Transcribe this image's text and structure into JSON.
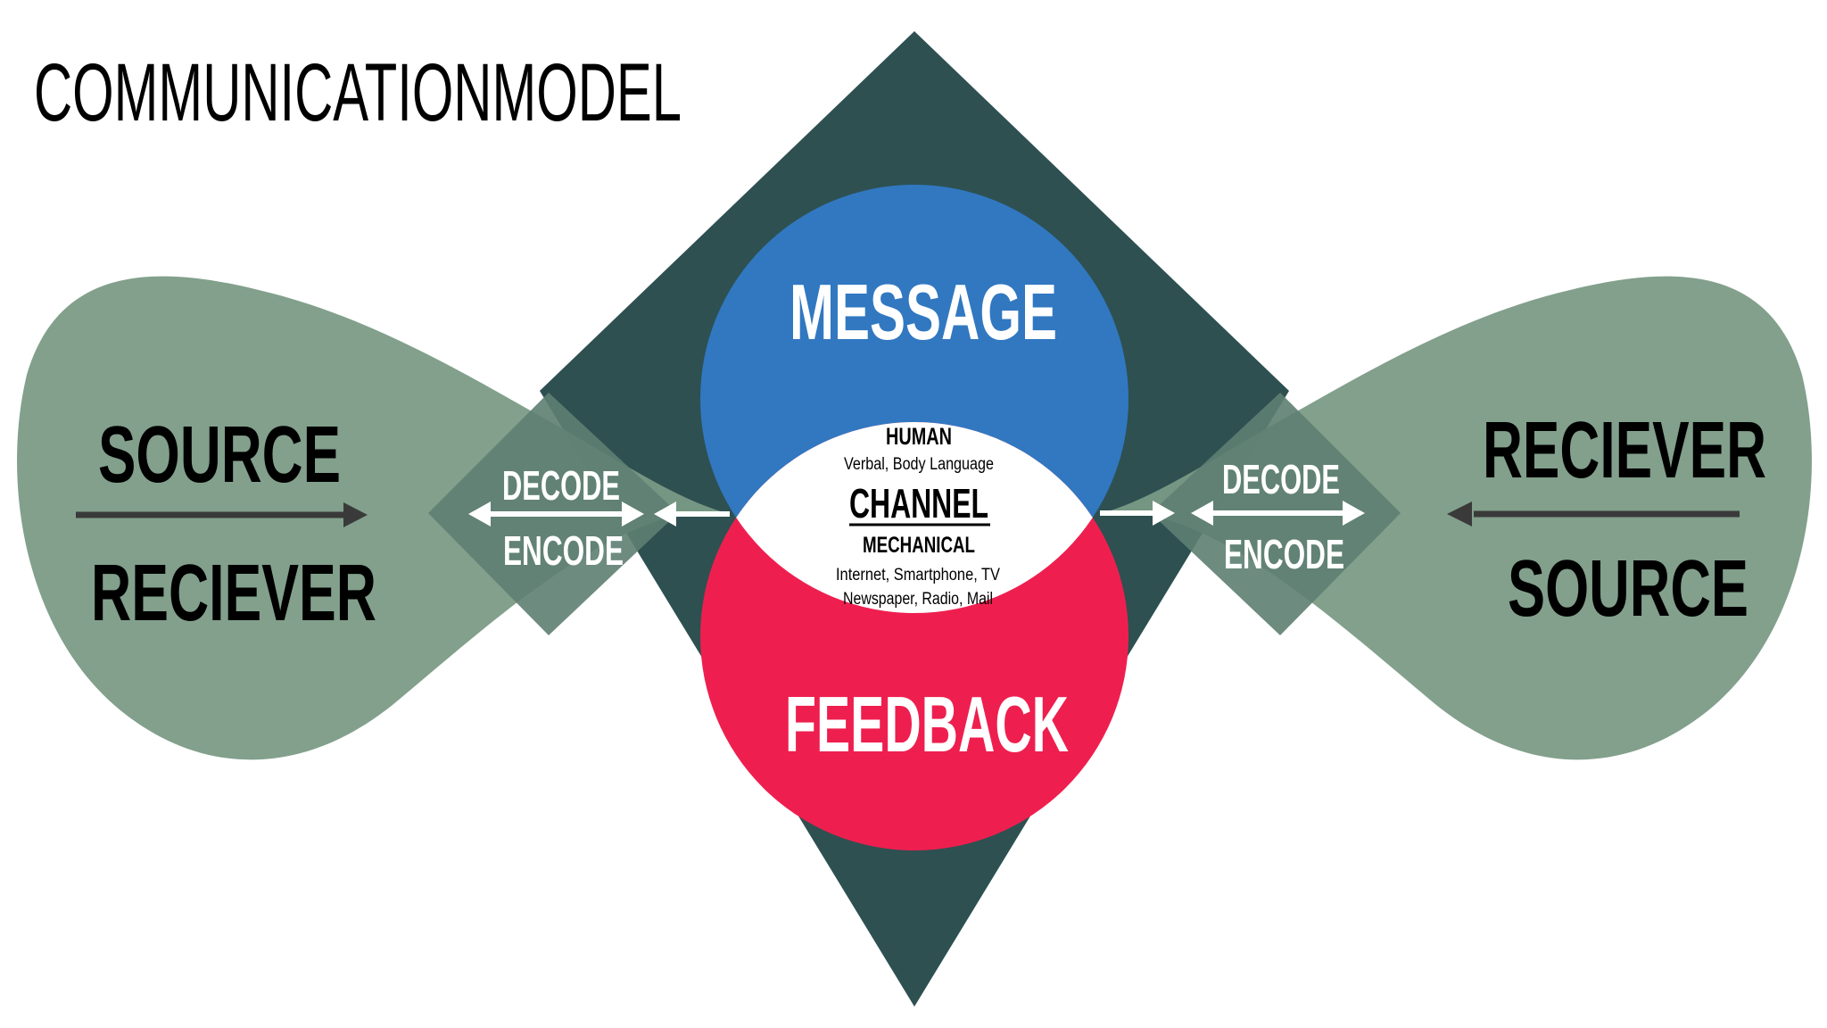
{
  "title": "COMMUNICATIONMODEL",
  "left_lobe": {
    "top": "SOURCE",
    "bottom": "RECIEVER"
  },
  "right_lobe": {
    "top": "RECIEVER",
    "bottom": "SOURCE"
  },
  "left_codec": {
    "top": "DECODE",
    "bottom": "ENCODE"
  },
  "right_codec": {
    "top": "DECODE",
    "bottom": "ENCODE"
  },
  "message": "MESSAGE",
  "feedback": "FEEDBACK",
  "channel": {
    "human_heading": "HUMAN",
    "human_detail": "Verbal, Body Language",
    "label": "CHANNEL",
    "mechanical_heading": "MECHANICAL",
    "mechanical_line1": "Internet, Smartphone, TV",
    "mechanical_line2": "Newspaper, Radio, Mail"
  },
  "colors": {
    "diamond": "#2e5051",
    "lobe": "#7a9a85",
    "message_circle": "#3178c1",
    "feedback_circle": "#ee1f4f",
    "text_dark": "#000000",
    "text_light": "#ffffff"
  }
}
